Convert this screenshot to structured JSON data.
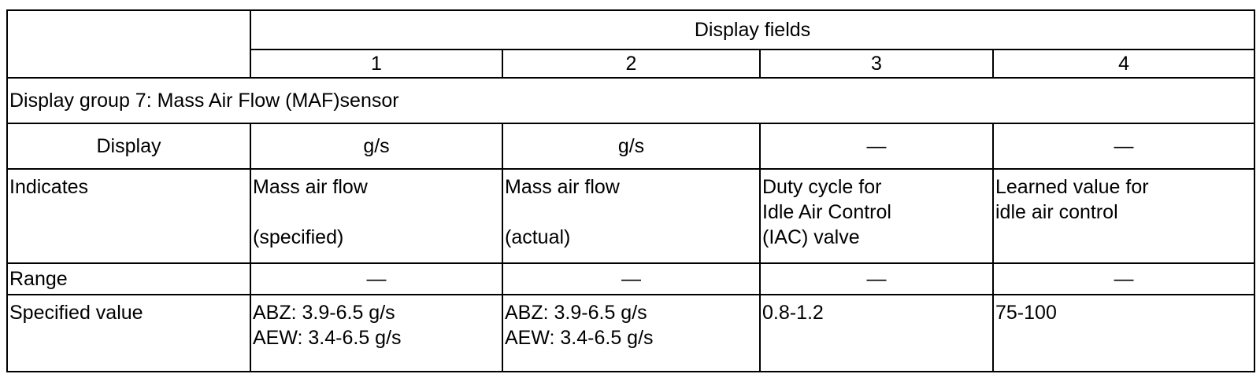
{
  "table": {
    "header": {
      "display_fields": "Display fields",
      "field_numbers": [
        "1",
        "2",
        "3",
        "4"
      ]
    },
    "group_title": "Display group 7: Mass Air Flow (MAF)sensor",
    "rows": {
      "display": {
        "label": "Display",
        "values": [
          "g/s",
          "g/s",
          "—",
          "—"
        ]
      },
      "indicates": {
        "label": "Indicates",
        "values": [
          "Mass air flow\n\n(specified)",
          "Mass air flow\n\n(actual)",
          "Duty cycle for\nIdle Air Control\n(IAC) valve",
          "Learned value for\nidle air control"
        ]
      },
      "range": {
        "label": "Range",
        "values": [
          "—",
          "—",
          "—",
          "—"
        ]
      },
      "specified": {
        "label": "Specified value",
        "values": [
          "ABZ: 3.9-6.5 g/s\nAEW: 3.4-6.5 g/s",
          "ABZ: 3.9-6.5 g/s\nAEW: 3.4-6.5 g/s",
          "0.8-1.2",
          "75-100"
        ]
      }
    }
  }
}
